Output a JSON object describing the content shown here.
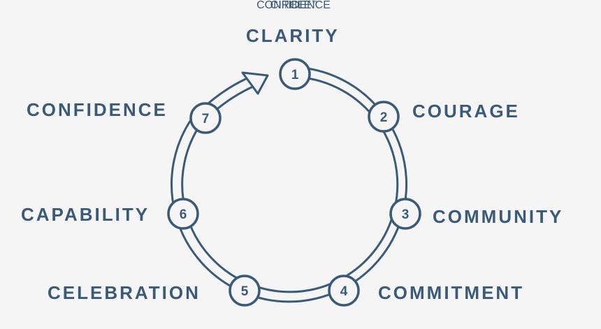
{
  "colors": {
    "primary": "#3a5a7a",
    "accent": "#7a7a7a",
    "background": "#f5f5f5"
  },
  "diagram": {
    "center": {
      "small": "THE",
      "line1": "CONFIDENCE",
      "line2": "CIRCLE",
      "trademark": "™"
    },
    "steps": [
      {
        "number": "1",
        "label": "CLARITY"
      },
      {
        "number": "2",
        "label": "COURAGE"
      },
      {
        "number": "3",
        "label": "COMMUNITY"
      },
      {
        "number": "4",
        "label": "COMMITMENT"
      },
      {
        "number": "5",
        "label": "CELEBRATION"
      },
      {
        "number": "6",
        "label": "CAPABILITY"
      },
      {
        "number": "7",
        "label": "CONFIDENCE"
      }
    ]
  }
}
